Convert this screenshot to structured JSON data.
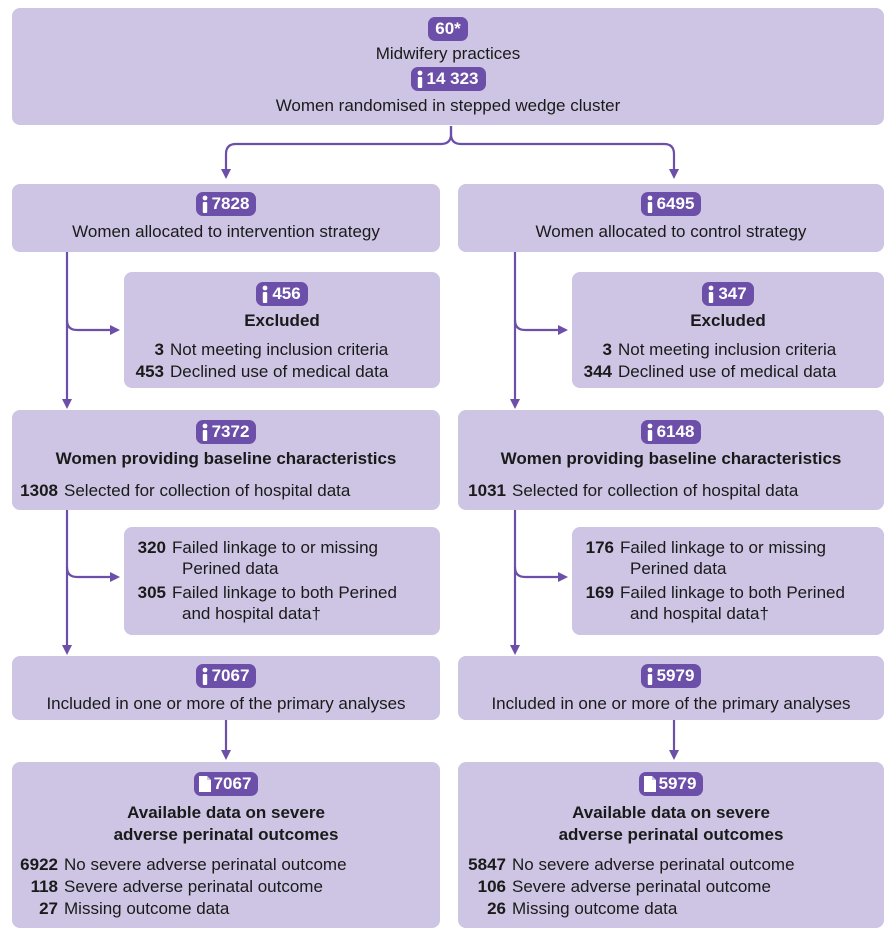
{
  "colors": {
    "box_fill": "#cdc5e3",
    "badge_fill": "#6b4fa8",
    "arrow": "#6b4fa8"
  },
  "top": {
    "practices_count": "60*",
    "practices_label": "Midwifery practices",
    "women_count": "14 323",
    "women_icon": "person-icon",
    "women_label": "Women randomised in stepped wedge cluster"
  },
  "intervention": {
    "allocated": {
      "count": "7828",
      "icon": "person-icon",
      "label": "Women allocated to intervention strategy"
    },
    "excluded": {
      "count": "456",
      "icon": "person-icon",
      "title": "Excluded",
      "items": [
        {
          "n": "3",
          "text": "Not meeting inclusion criteria"
        },
        {
          "n": "453",
          "text": "Declined use of medical data"
        }
      ]
    },
    "baseline": {
      "count": "7372",
      "icon": "person-icon",
      "title": "Women providing baseline characteristics",
      "item": {
        "n": "1308",
        "text": "Selected for collection of hospital data"
      }
    },
    "linkage": {
      "items": [
        {
          "n": "320",
          "line1": "Failed linkage to or missing",
          "line2": "Perined data"
        },
        {
          "n": "305",
          "line1": "Failed linkage to both Perined",
          "line2": "and hospital data†"
        }
      ]
    },
    "included": {
      "count": "7067",
      "icon": "person-icon",
      "label": "Included in one or more of the primary analyses"
    },
    "available": {
      "count": "7067",
      "icon": "document-icon",
      "title1": "Available data on severe",
      "title2": "adverse perinatal outcomes",
      "items": [
        {
          "n": "6922",
          "text": "No severe adverse perinatal outcome"
        },
        {
          "n": "118",
          "text": "Severe adverse perinatal outcome"
        },
        {
          "n": "27",
          "text": "Missing outcome data"
        }
      ]
    }
  },
  "control": {
    "allocated": {
      "count": "6495",
      "icon": "person-icon",
      "label": "Women allocated to control strategy"
    },
    "excluded": {
      "count": "347",
      "icon": "person-icon",
      "title": "Excluded",
      "items": [
        {
          "n": "3",
          "text": "Not meeting inclusion criteria"
        },
        {
          "n": "344",
          "text": "Declined use of medical data"
        }
      ]
    },
    "baseline": {
      "count": "6148",
      "icon": "person-icon",
      "title": "Women providing baseline characteristics",
      "item": {
        "n": "1031",
        "text": "Selected for collection of hospital data"
      }
    },
    "linkage": {
      "items": [
        {
          "n": "176",
          "line1": "Failed linkage to or missing",
          "line2": "Perined data"
        },
        {
          "n": "169",
          "line1": "Failed linkage to both Perined",
          "line2": "and hospital data†"
        }
      ]
    },
    "included": {
      "count": "5979",
      "icon": "person-icon",
      "label": "Included in one or more of the primary analyses"
    },
    "available": {
      "count": "5979",
      "icon": "document-icon",
      "title1": "Available data on severe",
      "title2": "adverse perinatal outcomes",
      "items": [
        {
          "n": "5847",
          "text": "No severe adverse perinatal outcome"
        },
        {
          "n": "106",
          "text": "Severe adverse perinatal outcome"
        },
        {
          "n": "26",
          "text": "Missing outcome data"
        }
      ]
    }
  }
}
